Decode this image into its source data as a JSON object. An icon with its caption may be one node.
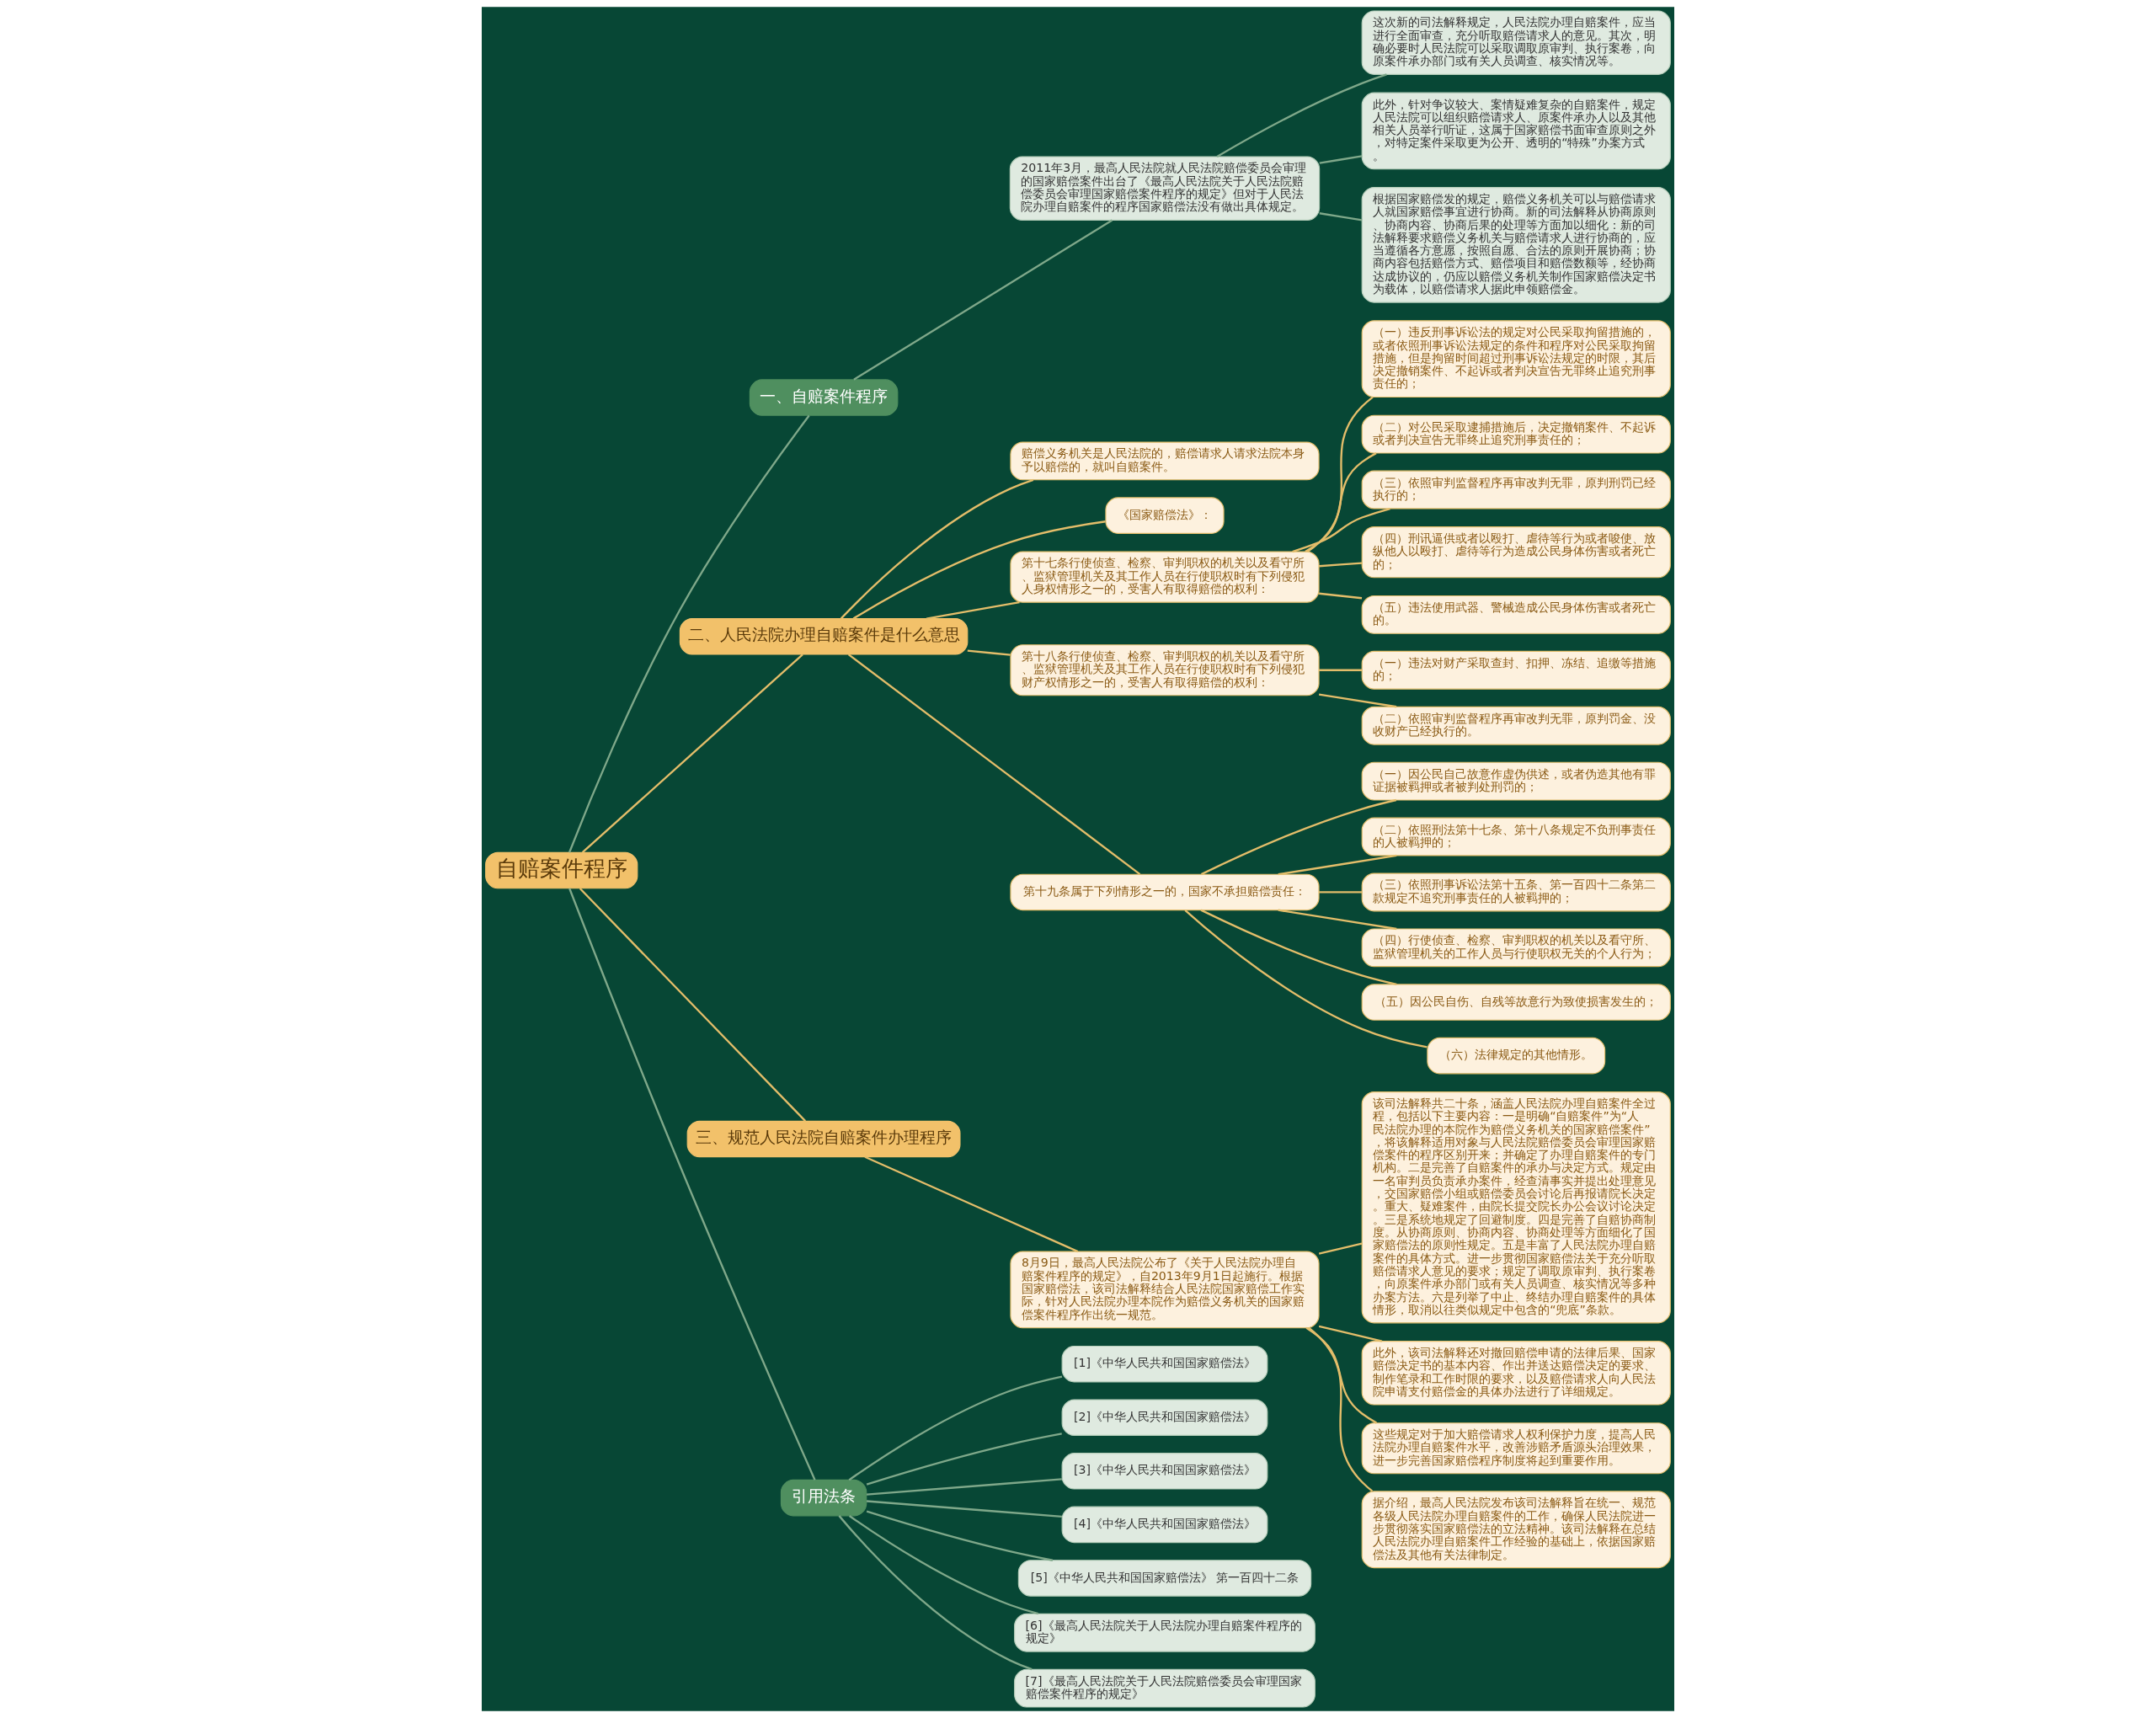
{
  "diagram": {
    "nodes": [
      {
        "text": [
          "自赔案件程序"
        ]
      },
      {
        "text": [
          "一、自赔案件程序"
        ]
      },
      {
        "text": [
          "2011年3月，最高人民法院就人民法院赔偿委员会审理的国家赔偿案件出台了《最高人民法院关于人民法院赔偿委员会审理国家赔偿案件程序的规定》但对于人民法院办理自赔案件的程序国家赔偿法没有做出具体规定。"
        ]
      },
      {
        "text": [
          "这次新的司法解释规定，人民法院办理自赔案件，应当进行全面审查，充分听取赔偿请求人的意见。其次，明确必要时人民法院可以采取调取原审判、执行案卷，向原案件承办部门或有关人员调查、核实情况等。"
        ]
      },
      {
        "text": [
          "此外，针对争议较大、案情疑难复杂的自赔案件，规定人民法院可以组织赔偿请求人、原案件承办人以及其他相关人员举行听证，这属于国家赔偿书面审查原则之外，对特定案件采取更为公开、透明的“特殊”办案方式。"
        ]
      },
      {
        "text": [
          "根据国家赔偿发的规定，赔偿义务机关可以与赔偿请求人就国家赔偿事宜进行协商。新的司法解释从协商原则、协商内容、协商后果的处理等方面加以细化：新的司法解释要求赔偿义务机关与赔偿请求人进行协商的，应当遵循各方意愿，按照自愿、合法的原则开展协商；协商内容包括赔偿方式、赔偿项目和赔偿数额等，经协商达成协议的，仍应以赔偿义务机关制作国家赔偿决定书为载体，以赔偿请求人据此申领赔偿金。"
        ]
      },
      {
        "text": [
          "二、人民法院办理自赔案件是什么意思"
        ]
      },
      {
        "text": [
          "赔偿义务机关是人民法院的，赔偿请求人请求法院本身予以赔偿的，就叫自赔案件。"
        ]
      },
      {
        "text": [
          "《国家赔偿法》："
        ]
      },
      {
        "text": [
          "第十七条行使侦查、检察、审判职权的机关以及看守所、监狱管理机关及其工作人员在行使职权时有下列侵犯人身权情形之一的，受害人有取得赔偿的权利："
        ]
      },
      {
        "text": [
          "（一）违反刑事诉讼法的规定对公民采取拘留措施的，或者依照刑事诉讼法规定的条件和程序对公民采取拘留措施，但是拘留时间超过刑事诉讼法规定的时限，其后决定撤销案件、不起诉或者判决宣告无罪终止追究刑事责任的；"
        ]
      },
      {
        "text": [
          "（二）对公民采取逮捕措施后，决定撤销案件、不起诉或者判决宣告无罪终止追究刑事责任的；"
        ]
      },
      {
        "text": [
          "（三）依照审判监督程序再审改判无罪，原判刑罚已经执行的；"
        ]
      },
      {
        "text": [
          "（四）刑讯逼供或者以殴打、虐待等行为或者唆使、放纵他人以殴打、虐待等行为造成公民身体伤害或者死亡的；"
        ]
      },
      {
        "text": [
          "（五）违法使用武器、警械造成公民身体伤害或者死亡的。"
        ]
      },
      {
        "text": [
          "第十八条行使侦查、检察、审判职权的机关以及看守所、监狱管理机关及其工作人员在行使职权时有下列侵犯财产权情形之一的，受害人有取得赔偿的权利："
        ]
      },
      {
        "text": [
          "（一）违法对财产采取查封、扣押、冻结、追缴等措施的；"
        ]
      },
      {
        "text": [
          "（二）依照审判监督程序再审改判无罪，原判罚金、没收财产已经执行的。"
        ]
      },
      {
        "text": [
          "第十九条属于下列情形之一的，国家不承担赔偿责任："
        ]
      },
      {
        "text": [
          "（一）因公民自己故意作虚伪供述，或者伪造其他有罪证据被羁押或者被判处刑罚的；"
        ]
      },
      {
        "text": [
          "（二）依照刑法第十七条、第十八条规定不负刑事责任的人被羁押的；"
        ]
      },
      {
        "text": [
          "（三）依照刑事诉讼法第十五条、第一百四十二条第二款规定不追究刑事责任的人被羁押的；"
        ]
      },
      {
        "text": [
          "（四）行使侦查、检察、审判职权的机关以及看守所、监狱管理机关的工作人员与行使职权无关的个人行为；"
        ]
      },
      {
        "text": [
          "（五）因公民自伤、自残等故意行为致使损害发生的；"
        ]
      },
      {
        "text": [
          "（六）法律规定的其他情形。"
        ]
      },
      {
        "text": [
          "三、规范人民法院自赔案件办理程序"
        ]
      },
      {
        "text": [
          "8月9日，最高人民法院公布了《关于人民法院办理自赔案件程序的规定》，自2013年9月1日起施行。根据国家赔偿法，该司法解释结合人民法院国家赔偿工作实际，针对人民法院办理本院作为赔偿义务机关的国家赔偿案件程序作出统一规范。"
        ]
      },
      {
        "text": [
          "该司法解释共二十条，涵盖人民法院办理自赔案件全过程，包括以下主要内容：一是明确“自赔案件”为“人民法院办理的本院作为赔偿义务机关的国家赔偿案件”，将该解释适用对象与人民法院赔偿委员会审理国家赔偿案件的程序区别开来；并确定了办理自赔案件的专门机构。二是完善了自赔案件的承办与决定方式。规定由一名审判员负责承办案件，经查清事实并提出处理意见，交国家赔偿小组或赔偿委员会讨论后再报请院长决定。重大、疑难案件，由院长提交院长办公会议讨论决定。三是系统地规定了回避制度。四是完善了自赔协商制度。从协商原则、协商内容、协商处理等方面细化了国家赔偿法的原则性规定。五是丰富了人民法院办理自赔案件的具体方式。进一步贯彻国家赔偿法关于充分听取赔偿请求人意见的要求；规定了调取原审判、执行案卷，向原案件承办部门或有关人员调查、核实情况等多种办案方法。六是列举了中止、终结办理自赔案件的具体情形，取消以往类似规定中包含的“兜底”条款。"
        ]
      },
      {
        "text": [
          "此外，该司法解释还对撤回赔偿申请的法律后果、国家赔偿决定书的基本内容、作出并送达赔偿决定的要求、制作笔录和工作时限的要求，以及赔偿请求人向人民法院申请支付赔偿金的具体办法进行了详细规定。"
        ]
      },
      {
        "text": [
          "这些规定对于加大赔偿请求人权利保护力度，提高人民法院办理自赔案件水平，改善涉赔矛盾源头治理效果，进一步完善国家赔偿程序制度将起到重要作用。"
        ]
      },
      {
        "text": [
          "据介绍，最高人民法院发布该司法解释旨在统一、规范各级人民法院办理自赔案件的工作，确保人民法院进一步贯彻落实国家赔偿法的立法精神。该司法解释在总结人民法院办理自赔案件工作经验的基础上，依据国家赔偿法及其他有关法律制定。"
        ]
      },
      {
        "text": [
          "引用法条"
        ]
      },
      {
        "text": [
          "[1]《中华人民共和国国家赔偿法》"
        ]
      },
      {
        "text": [
          "[2]《中华人民共和国国家赔偿法》"
        ]
      },
      {
        "text": [
          "[3]《中华人民共和国国家赔偿法》"
        ]
      },
      {
        "text": [
          "[4]《中华人民共和国国家赔偿法》"
        ]
      },
      {
        "text": [
          "[5]《中华人民共和国国家赔偿法》 第一百四十二条"
        ]
      },
      {
        "text": [
          "[6]《最高人民法院关于人民法院办理自赔案件程序的规定》"
        ]
      },
      {
        "text": [
          "[7]《最高人民法院关于人民法院赔偿委员会审理国家赔偿案件程序的规定》"
        ]
      }
    ],
    "edges": [
      {
        "from": 0,
        "to": 1,
        "arrow": "none",
        "color": "#7fa88a"
      },
      {
        "from": 1,
        "to": 2,
        "arrow": "none",
        "color": "#7fa88a"
      },
      {
        "from": 2,
        "to": 3,
        "arrow": "none",
        "color": "#7fa88a"
      },
      {
        "from": 2,
        "to": 4,
        "arrow": "none",
        "color": "#7fa88a"
      },
      {
        "from": 2,
        "to": 5,
        "arrow": "none",
        "color": "#7fa88a"
      },
      {
        "from": 0,
        "to": 6,
        "arrow": "none"
      },
      {
        "from": 6,
        "to": 7,
        "arrow": "none"
      },
      {
        "from": 6,
        "to": 8,
        "arrow": "none"
      },
      {
        "from": 6,
        "to": 9,
        "arrow": "none"
      },
      {
        "from": 9,
        "to": 10,
        "arrow": "none"
      },
      {
        "from": 9,
        "to": 11,
        "arrow": "none"
      },
      {
        "from": 9,
        "to": 12,
        "arrow": "none"
      },
      {
        "from": 9,
        "to": 13,
        "arrow": "none"
      },
      {
        "from": 9,
        "to": 14,
        "arrow": "none"
      },
      {
        "from": 6,
        "to": 15,
        "arrow": "none"
      },
      {
        "from": 15,
        "to": 16,
        "arrow": "none"
      },
      {
        "from": 15,
        "to": 17,
        "arrow": "none"
      },
      {
        "from": 6,
        "to": 18,
        "arrow": "none"
      },
      {
        "from": 18,
        "to": 19,
        "arrow": "none"
      },
      {
        "from": 18,
        "to": 20,
        "arrow": "none"
      },
      {
        "from": 18,
        "to": 21,
        "arrow": "none"
      },
      {
        "from": 18,
        "to": 22,
        "arrow": "none"
      },
      {
        "from": 18,
        "to": 23,
        "arrow": "none"
      },
      {
        "from": 18,
        "to": 24,
        "arrow": "none"
      },
      {
        "from": 0,
        "to": 25,
        "arrow": "none"
      },
      {
        "from": 25,
        "to": 26,
        "arrow": "none"
      },
      {
        "from": 26,
        "to": 27,
        "arrow": "none"
      },
      {
        "from": 26,
        "to": 28,
        "arrow": "none"
      },
      {
        "from": 26,
        "to": 29,
        "arrow": "none"
      },
      {
        "from": 26,
        "to": 30,
        "arrow": "none"
      },
      {
        "from": 0,
        "to": 31,
        "arrow": "none",
        "color": "#7fa88a"
      },
      {
        "from": 31,
        "to": 32,
        "arrow": "none",
        "color": "#7fa88a"
      },
      {
        "from": 31,
        "to": 33,
        "arrow": "none",
        "color": "#7fa88a"
      },
      {
        "from": 31,
        "to": 34,
        "arrow": "none",
        "color": "#7fa88a"
      },
      {
        "from": 31,
        "to": 35,
        "arrow": "none",
        "color": "#7fa88a"
      },
      {
        "from": 31,
        "to": 36,
        "arrow": "none",
        "color": "#7fa88a"
      },
      {
        "from": 31,
        "to": 37,
        "arrow": "none",
        "color": "#7fa88a"
      },
      {
        "from": 31,
        "to": 38,
        "arrow": "none",
        "color": "#7fa88a"
      }
    ]
  }
}
